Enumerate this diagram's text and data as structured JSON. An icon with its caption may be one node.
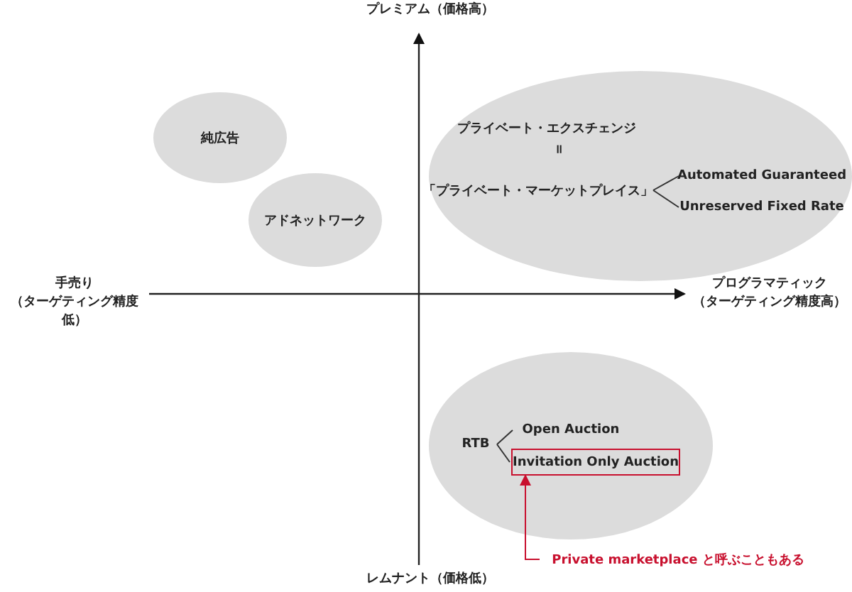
{
  "diagram": {
    "nodes": [
      {
        "text": [
          "純広告"
        ]
      },
      {
        "text": [
          "アドネットワーク"
        ]
      },
      {
        "text": [],
        "shape": "ellipse"
      },
      {
        "text": [
          "プライベート・エクスチェンジ"
        ],
        "in": 2
      },
      {
        "text": [
          "「プライベート・マーケットプレイス」"
        ],
        "in": 2
      },
      {
        "text": [
          "Automated Guaranteed"
        ],
        "in": 2
      },
      {
        "text": [
          "Unreserved Fixed Rate"
        ],
        "in": 2
      },
      {
        "text": [],
        "shape": "ellipse"
      },
      {
        "text": [
          "RTB"
        ],
        "in": 7
      },
      {
        "text": [
          "Open Auction"
        ],
        "in": 7
      },
      {
        "text": [
          "Invitation Only Auction"
        ],
        "in": 7
      },
      {
        "text": [
          "Private marketplace と呼ぶこともある"
        ]
      }
    ],
    "edges": [
      {
        "from": 4,
        "to": 5,
        "arrow": "none"
      },
      {
        "from": 4,
        "to": 6,
        "arrow": "none"
      },
      {
        "from": 8,
        "to": 9,
        "arrow": "none"
      },
      {
        "from": 8,
        "to": 10,
        "arrow": "none"
      },
      {
        "from": 11,
        "to": 10,
        "arrow": "to",
        "color": "#c8102e"
      }
    ],
    "labels": [
      "プレミアム（価格高）",
      "=",
      "手売り（ターゲティング精度低）",
      "プログラマティック（ターゲティング精度高）",
      "レムナント（価格低）"
    ]
  }
}
